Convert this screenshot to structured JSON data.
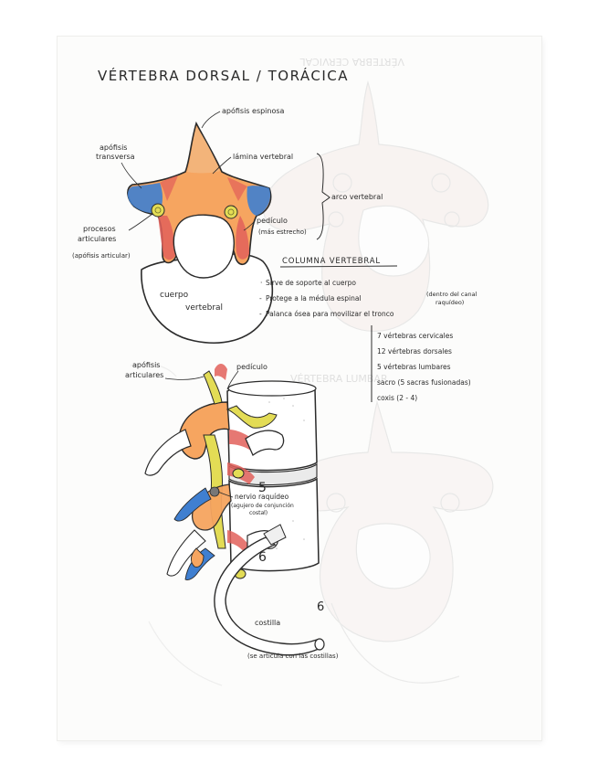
{
  "title": "VÉRTEBRA DORSAL / TORÁCICA",
  "colors": {
    "ink": "#2b2b2b",
    "orange": "#f2a25a",
    "blue": "#3f7fd0",
    "red": "#e2605a",
    "yellow": "#e3dc55",
    "paper": "#fcfcfb",
    "ghost": "#d2d2d2"
  },
  "top_view": {
    "labels": {
      "spinous": "apófisis espinosa",
      "transverse_1": "apófisis",
      "transverse_2": "transversa",
      "lamina": "lámina vertebral",
      "arch": "arco vertebral",
      "articular_1": "procesos",
      "articular_2": "articulares",
      "articular_3": "(apófisis articular)",
      "pedicle": "pedículo",
      "pedicle_note": "(más estrecho)",
      "body_1": "cuerpo",
      "body_2": "vertebral"
    }
  },
  "column": {
    "heading": "COLUMNA VERTEBRAL",
    "functions": [
      "Sirve de soporte al cuerpo",
      "Protege a la médula espinal",
      "Palanca ósea para movilizar el tronco"
    ],
    "note_1": "(dentro del canal",
    "note_2": "raquídeo)",
    "counts": [
      "7 vértebras cervicales",
      "12 vértebras dorsales",
      "5 vértebras lumbares",
      "sacro  (5 sacras fusionadas)",
      "coxis  (2 - 4)"
    ]
  },
  "side_view": {
    "labels": {
      "articular_1": "apófisis",
      "articular_2": "articulares",
      "pedicle": "pedículo",
      "nerve_1": "nervio raquídeo",
      "nerve_2": "(agujero de conjunción",
      "nerve_3": "costal)",
      "rib": "costilla",
      "rib_note": "(se articula con las costillas)",
      "num_5": "5",
      "num_6a": "6",
      "num_6b": "6"
    }
  },
  "ghost": {
    "title": "VÉRTEBRA CERVICAL",
    "subtitle": "VÉRTEBRA LUMBAR"
  }
}
